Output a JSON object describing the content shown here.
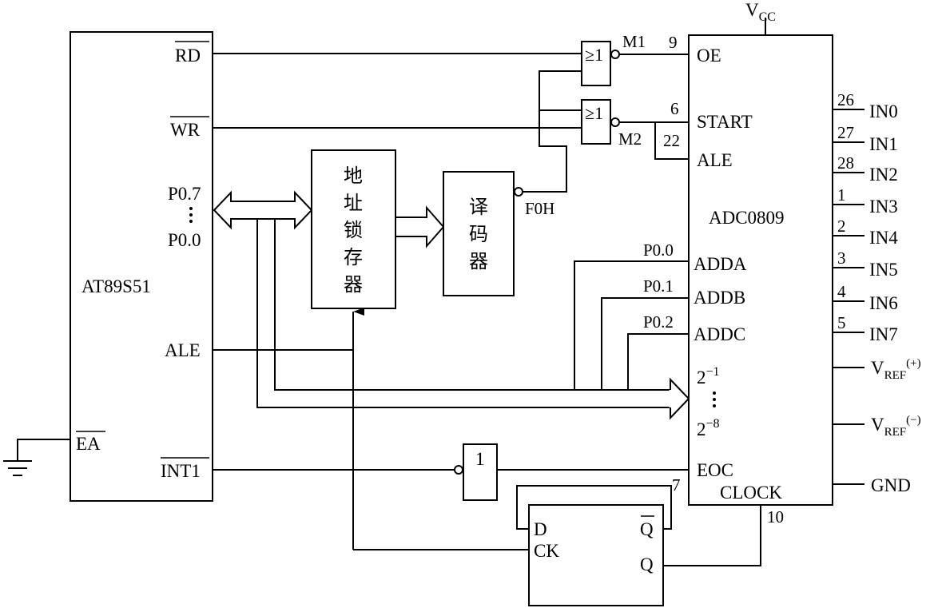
{
  "mcu": {
    "name": "AT89S51",
    "pins": {
      "rd": "RD",
      "wr": "WR",
      "p07": "P0.7",
      "p00": "P0.0",
      "ale": "ALE",
      "ea": "EA",
      "int1": "INT1"
    }
  },
  "latch": {
    "label": "地址锁存器",
    "chars": [
      "地",
      "址",
      "锁",
      "存",
      "器"
    ]
  },
  "decoder": {
    "label": "译码器",
    "chars": [
      "译",
      "码",
      "器"
    ],
    "output": "F0H"
  },
  "gates": {
    "nor1": {
      "symbol": "≥1",
      "output": "M1"
    },
    "nor2": {
      "symbol": "≥1",
      "output": "M2"
    },
    "inverter": {
      "symbol": "1"
    }
  },
  "adc": {
    "name": "ADC0809",
    "vcc_main": "V",
    "vcc_sub": "CC",
    "pins_left": {
      "oe": "OE",
      "start": "START",
      "ale": "ALE",
      "adda": "ADDA",
      "addb": "ADDB",
      "addc": "ADDC",
      "d_top_base": "2",
      "d_top_exp": "−1",
      "d_bot_base": "2",
      "d_bot_exp": "−8",
      "eoc": "EOC",
      "clock": "CLOCK"
    },
    "pin_numbers": {
      "oe": "9",
      "start": "6",
      "ale": "22",
      "eoc": "7",
      "clock": "10"
    },
    "addr_lines": {
      "adda": "P0.0",
      "addb": "P0.1",
      "addc": "P0.2"
    },
    "inputs": [
      {
        "num": "26",
        "name": "IN0"
      },
      {
        "num": "27",
        "name": "IN1"
      },
      {
        "num": "28",
        "name": "IN2"
      },
      {
        "num": "1",
        "name": "IN3"
      },
      {
        "num": "2",
        "name": "IN4"
      },
      {
        "num": "3",
        "name": "IN5"
      },
      {
        "num": "4",
        "name": "IN6"
      },
      {
        "num": "5",
        "name": "IN7"
      }
    ],
    "vref_pos": {
      "base": "V",
      "sub": "REF",
      "sup": "(+)"
    },
    "vref_neg": {
      "base": "V",
      "sub": "REF",
      "sup": "(−)"
    },
    "gnd": "GND"
  },
  "flipflop": {
    "d": "D",
    "ck": "CK",
    "qbar": "Q",
    "q": "Q"
  }
}
